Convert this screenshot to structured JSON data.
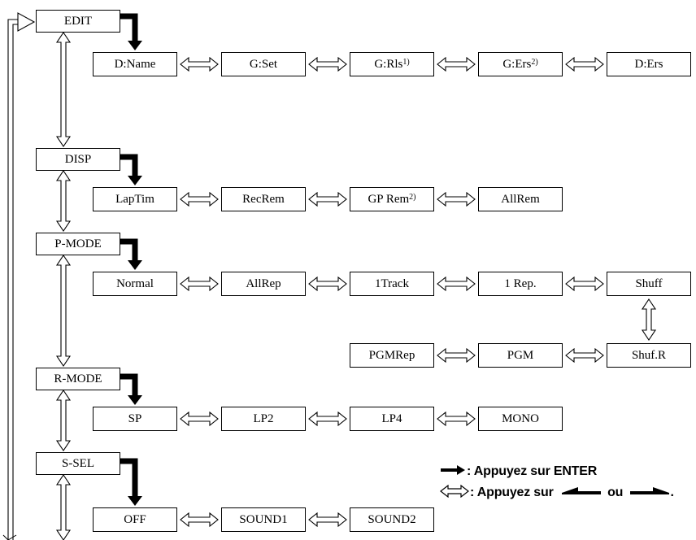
{
  "menus": [
    {
      "label": "EDIT",
      "items": [
        {
          "text": "D:Name",
          "note": ""
        },
        {
          "text": "G:Set",
          "note": ""
        },
        {
          "text": "G:Rls",
          "note": "1)"
        },
        {
          "text": "G:Ers",
          "note": "2)"
        },
        {
          "text": "D:Ers",
          "note": ""
        }
      ]
    },
    {
      "label": "DISP",
      "items": [
        {
          "text": "LapTim",
          "note": ""
        },
        {
          "text": "RecRem",
          "note": ""
        },
        {
          "text": "GP Rem",
          "note": "2)"
        },
        {
          "text": "AllRem",
          "note": ""
        }
      ]
    },
    {
      "label": "P-MODE",
      "items": [
        {
          "text": "Normal",
          "note": ""
        },
        {
          "text": "AllRep",
          "note": ""
        },
        {
          "text": "1Track",
          "note": ""
        },
        {
          "text": "1 Rep.",
          "note": ""
        },
        {
          "text": "Shuff",
          "note": ""
        }
      ],
      "items2": [
        {
          "text": "PGMRep",
          "note": ""
        },
        {
          "text": "PGM",
          "note": ""
        },
        {
          "text": "Shuf.R",
          "note": ""
        }
      ]
    },
    {
      "label": "R-MODE",
      "items": [
        {
          "text": "SP",
          "note": ""
        },
        {
          "text": "LP2",
          "note": ""
        },
        {
          "text": "LP4",
          "note": ""
        },
        {
          "text": "MONO",
          "note": ""
        }
      ]
    },
    {
      "label": "S-SEL",
      "items": [
        {
          "text": "OFF",
          "note": ""
        },
        {
          "text": "SOUND1",
          "note": ""
        },
        {
          "text": "SOUND2",
          "note": ""
        }
      ]
    }
  ],
  "legend": {
    "enter_text": ": Appuyez sur ENTER",
    "move_text": ": Appuyez sur",
    "or_text": "ou",
    "end_text": "."
  }
}
